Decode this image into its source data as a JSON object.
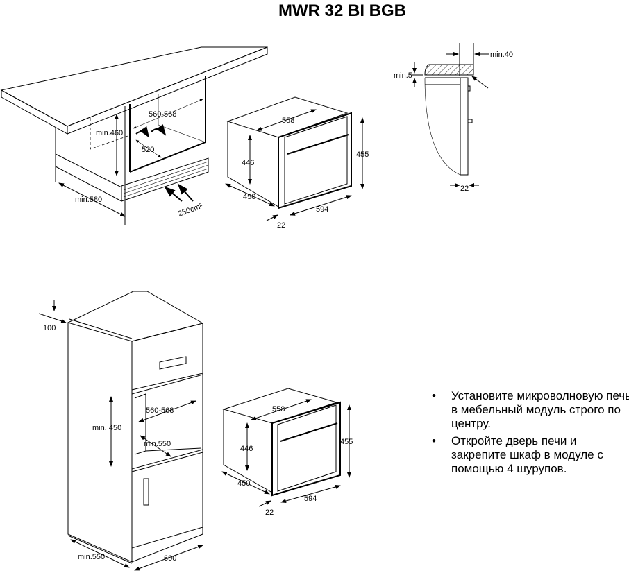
{
  "title": "MWR 32 BI BGB",
  "under_counter": {
    "width": "560-568",
    "height": "min.460",
    "depth": "520",
    "min_depth": "min.580",
    "vent_area": "250cm²"
  },
  "oven_top": {
    "depth": "558",
    "front_height": "446",
    "height": "455",
    "body_depth": "450",
    "width": "594",
    "door": "22"
  },
  "side_view": {
    "top_gap": "min.40",
    "vertical_gap": "min.5",
    "door": "22"
  },
  "tall_cabinet": {
    "top": "100",
    "width": "560-568",
    "height": "min. 450",
    "depth": "min.550",
    "cabinet_depth": "min.550",
    "cabinet_width": "600"
  },
  "oven_bottom": {
    "depth": "558",
    "front_height": "446",
    "height": "455",
    "body_depth": "450",
    "width": "594",
    "door": "22"
  },
  "notes": [
    "Установите микроволновую печь в мебельный модуль строго по центру.",
    "Откройте дверь печи и закрепите шкаф в модуле с помощью 4 шурупов."
  ]
}
